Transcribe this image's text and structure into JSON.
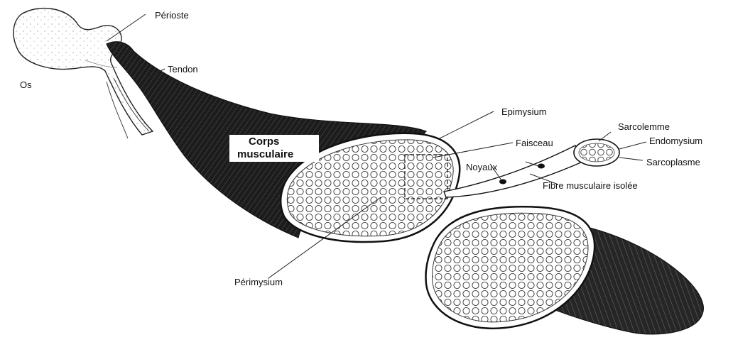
{
  "labels": {
    "periosteum": "Périoste",
    "bone": "Os",
    "tendon": "Tendon",
    "epimysium": "Epimysium",
    "fascicle": "Faisceau",
    "muscle_body_line1": "Corps",
    "muscle_body_line2": "musculaire",
    "nuclei": "Noyaux",
    "sarcolemma": "Sarcolemme",
    "endomysium": "Endomysium",
    "sarcoplasm": "Sarcoplasme",
    "isolated_fiber": "Fibre musculaire isolée",
    "perimysium": "Périmysium"
  },
  "colors": {
    "muscle_fill": "#1c1c1c",
    "fiber_outline": "#333333",
    "ink": "#111111",
    "paper": "#ffffff"
  }
}
